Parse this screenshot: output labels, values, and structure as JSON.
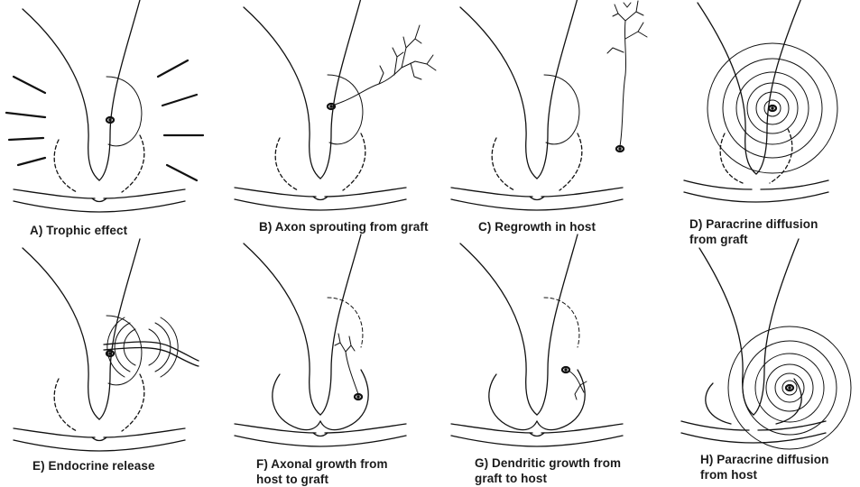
{
  "panels": [
    {
      "id": "a",
      "caption": "A) Trophic effect"
    },
    {
      "id": "b",
      "caption": "B) Axon sprouting from graft"
    },
    {
      "id": "c",
      "caption": "C) Regrowth in host"
    },
    {
      "id": "d",
      "caption": "D) Paracrine diffusion\n    from graft"
    },
    {
      "id": "e",
      "caption": "E) Endocrine release"
    },
    {
      "id": "f",
      "caption": "F) Axonal growth from\n     host to graft"
    },
    {
      "id": "g",
      "caption": "G) Dendritic growth from\n     graft to host"
    },
    {
      "id": "h",
      "caption": "H) Paracrine diffusion\n     from host"
    }
  ]
}
